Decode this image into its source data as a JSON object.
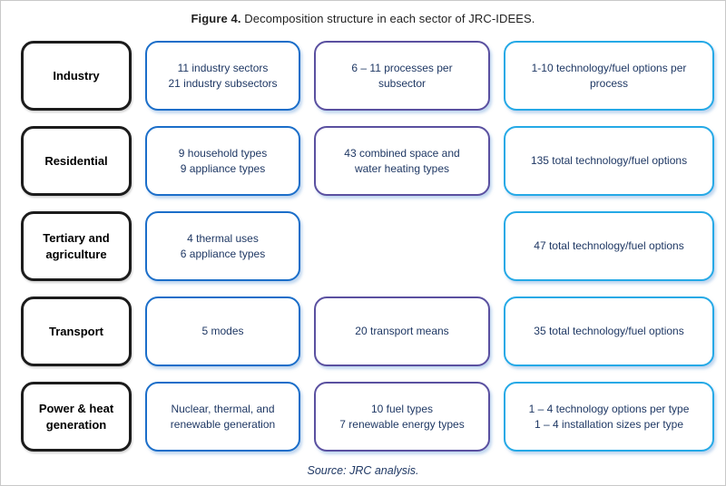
{
  "title": {
    "prefix": "Figure 4.",
    "rest": " Decomposition structure in each sector of JRC-IDEES."
  },
  "source": "Source: JRC analysis.",
  "colors": {
    "label_border": "#1c1c1c",
    "col1_border": "#1b6ec9",
    "col2_border": "#5a50a0",
    "col3_border": "#25a9e6",
    "text": "#1f3864"
  },
  "rows": [
    {
      "label": "Industry",
      "c1": "11 industry sectors\n21 industry subsectors",
      "c2": "6 – 11 processes per\nsubsector",
      "c3": "1-10 technology/fuel options per\nprocess"
    },
    {
      "label": "Residential",
      "c1": "9 household types\n9 appliance types",
      "c2": "43 combined space and\nwater heating types",
      "c3": "135 total technology/fuel options"
    },
    {
      "label": "Tertiary and\nagriculture",
      "c1": "4 thermal uses\n6 appliance types",
      "c3": "47 total technology/fuel options"
    },
    {
      "label": "Transport",
      "c1": "5 modes",
      "c2": "20 transport means",
      "c3": "35 total technology/fuel options"
    },
    {
      "label": "Power & heat\ngeneration",
      "c1": "Nuclear, thermal, and\nrenewable generation",
      "c2": "10 fuel types\n7 renewable energy types",
      "c3": "1 – 4 technology options per type\n1 – 4 installation sizes per type"
    }
  ]
}
